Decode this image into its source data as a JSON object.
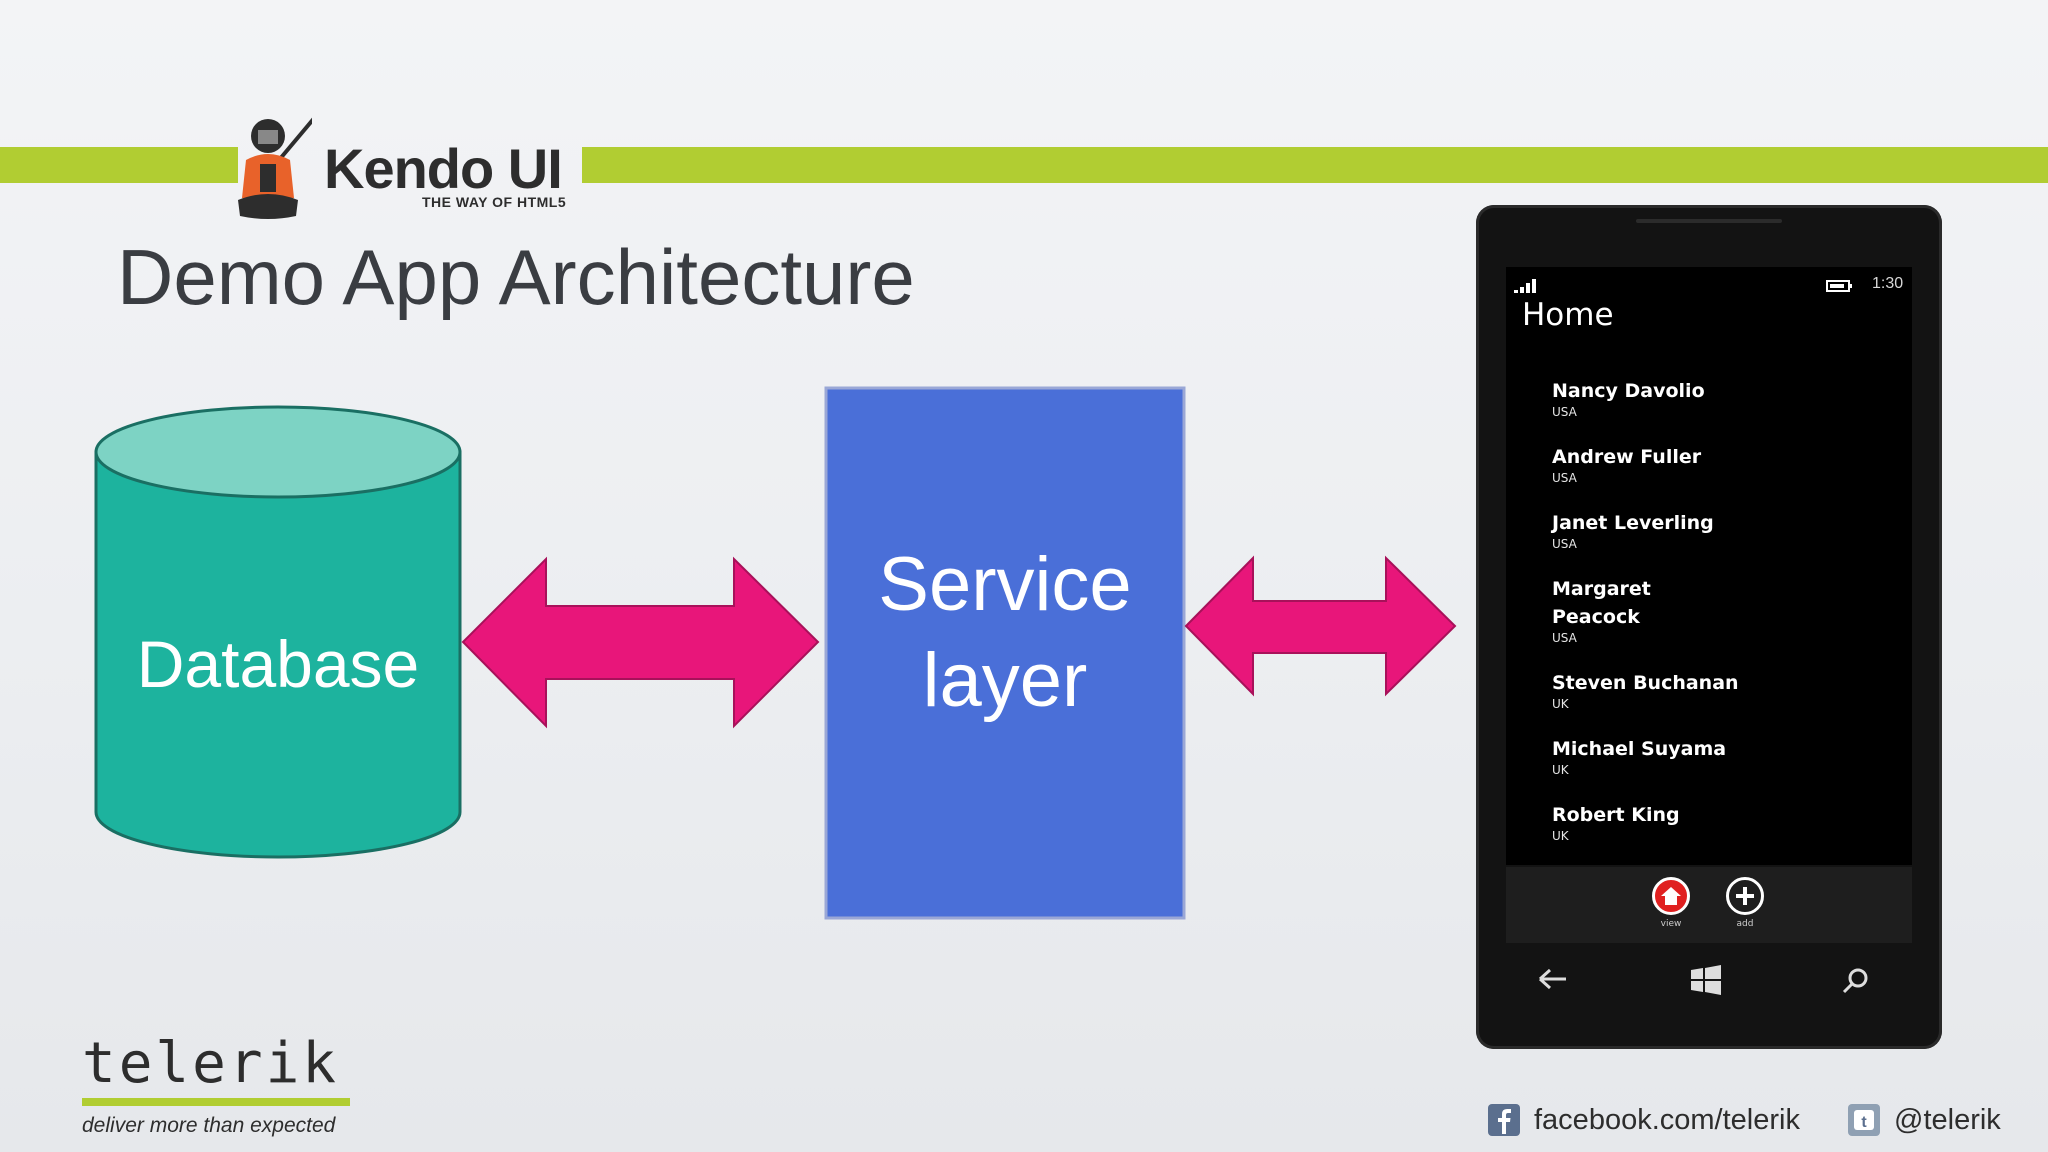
{
  "brand": {
    "kendo_title": "Kendo UI",
    "kendo_subtitle": "THE WAY OF HTML5"
  },
  "slide": {
    "title": "Demo App Architecture"
  },
  "diagram": {
    "database_label": "Database",
    "service_label_line1": "Service",
    "service_label_line2": "layer",
    "colors": {
      "database_body": "#1db39e",
      "database_top": "#7dd3c4",
      "service": "#4a6fd8",
      "arrow": "#e8167a"
    }
  },
  "phone": {
    "clock": "1:30",
    "screen_title": "Home",
    "contacts": [
      {
        "name": "Nancy Davolio",
        "country": "USA"
      },
      {
        "name": "Andrew Fuller",
        "country": "USA"
      },
      {
        "name": "Janet Leverling",
        "country": "USA"
      },
      {
        "name": "Margaret Peacock",
        "country": "USA"
      },
      {
        "name": "Steven Buchanan",
        "country": "UK"
      },
      {
        "name": "Michael Suyama",
        "country": "UK"
      },
      {
        "name": "Robert King",
        "country": "UK"
      }
    ],
    "appbar": {
      "view_label": "view",
      "add_label": "add"
    },
    "icons": {
      "signal": "signal-icon",
      "battery": "battery-icon",
      "home": "home-icon",
      "add": "plus-icon",
      "back": "back-arrow-icon",
      "start": "windows-icon",
      "search": "search-icon"
    }
  },
  "footer": {
    "telerik_word": "telerik",
    "telerik_tagline": "deliver more than expected",
    "facebook": "facebook.com/telerik",
    "twitter": "@telerik"
  }
}
